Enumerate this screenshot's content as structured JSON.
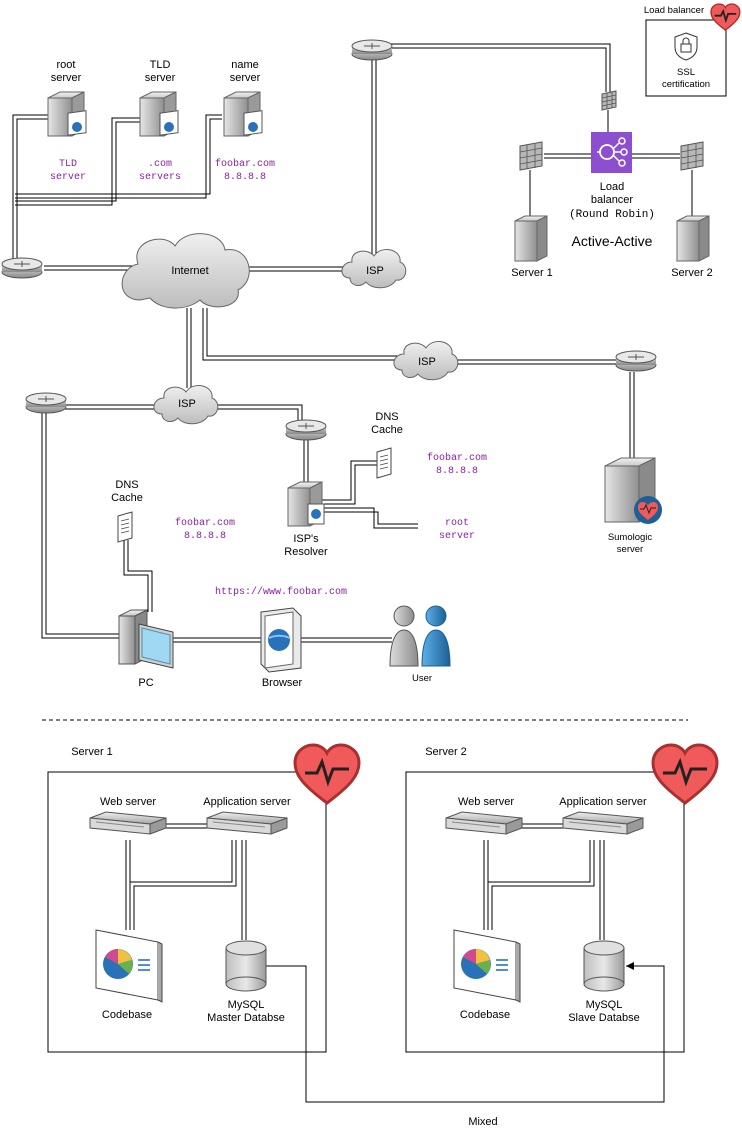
{
  "top": {
    "root_server": "root\nserver",
    "tld_server": "TLD\nserver",
    "name_server": "name\nserver",
    "tld_annot": "TLD\nserver",
    "com_annot": ".com\nservers",
    "foobar_annot": "foobar.com\n8.8.8.8",
    "internet": "Internet",
    "isp": "ISP"
  },
  "lb": {
    "title": "Load balancer",
    "ssl": "SSL\ncertification",
    "label": "Load\nbalancer",
    "mode": "(Round Robin)",
    "active": "Active-Active",
    "server1": "Server 1",
    "server2": "Server 2"
  },
  "mid": {
    "isp_right": "ISP",
    "isp_left": "ISP",
    "sumologic": "Sumologic\nserver",
    "dns_cache_resolver": "DNS\nCache",
    "foobar_resolver": "foobar.com\n8.8.8.8",
    "root_annot": "root\nserver",
    "resolver": "ISP's\nResolver",
    "dns_cache_pc": "DNS\nCache",
    "foobar_pc": "foobar.com\n8.8.8.8",
    "url": "https://www.foobar.com",
    "pc": "PC",
    "browser": "Browser",
    "user": "User"
  },
  "bottom": {
    "server1": {
      "title": "Server 1",
      "web": "Web server",
      "app": "Application server",
      "codebase": "Codebase",
      "db": "MySQL\nMaster Databse"
    },
    "server2": {
      "title": "Server 2",
      "web": "Web server",
      "app": "Application server",
      "codebase": "Codebase",
      "db": "MySQL\nSlave Databse"
    },
    "mixed": "Mixed"
  },
  "colors": {
    "annotation": "#8b1fa3",
    "load_balancer": "#8c4fd0",
    "heart": "#f05a5a",
    "accent_blue": "#2a72b8"
  }
}
